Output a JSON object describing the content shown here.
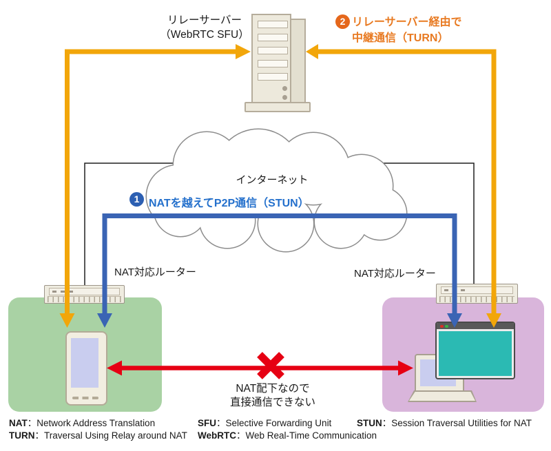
{
  "diagram": {
    "relay_server": {
      "label_line1": "リレーサーバー",
      "label_line2": "（WebRTC SFU）"
    },
    "turn_path": {
      "badge": "2",
      "label_line1": "リレーサーバー経由で",
      "label_line2": "中継通信（TURN）"
    },
    "stun_path": {
      "badge": "1",
      "label": "NATを越えてP2P通信（STUN）"
    },
    "internet": {
      "label": "インターネット"
    },
    "routers": {
      "left_label": "NAT対応ルーター",
      "right_label": "NAT対応ルーター"
    },
    "blocked": {
      "label_line1": "NAT配下なので",
      "label_line2": "直接通信できない"
    },
    "colors": {
      "turn_orange": "#F2A60A",
      "stun_blue": "#3A64B4",
      "blocked_red": "#E60013",
      "badge_orange": "#E5671B",
      "badge_blue": "#2C5FB2",
      "lan_green": "#A9D2A4",
      "lan_purple": "#D9B5DB",
      "browser_teal": "#2BBAB3"
    }
  },
  "legend": {
    "separator": "：",
    "items": [
      {
        "term": "NAT",
        "desc": "Network Address Translation"
      },
      {
        "term": "TURN",
        "desc": "Traversal Using Relay around NAT"
      },
      {
        "term": "SFU",
        "desc": "Selective Forwarding Unit"
      },
      {
        "term": "WebRTC",
        "desc": "Web Real-Time Communication"
      },
      {
        "term": "STUN",
        "desc": "Session Traversal Utilities for NAT"
      }
    ]
  }
}
